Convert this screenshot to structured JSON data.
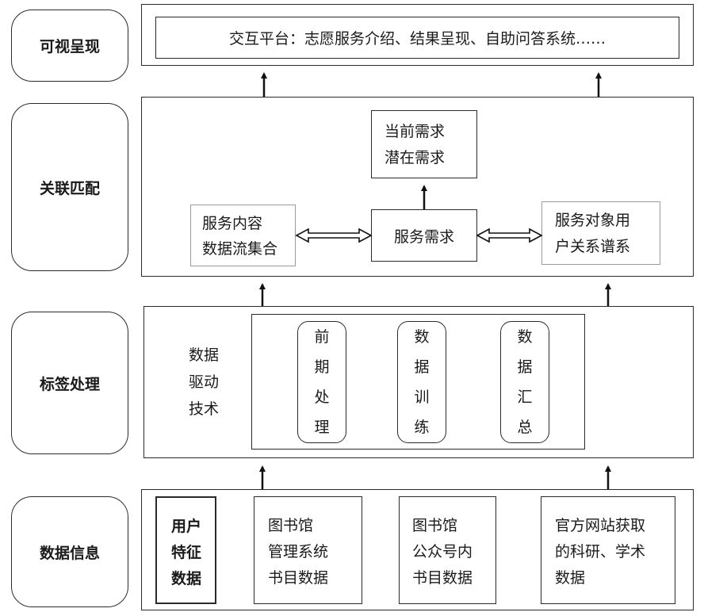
{
  "layers": [
    {
      "label": "可视呈现"
    },
    {
      "label": "关联匹配"
    },
    {
      "label": "标签处理"
    },
    {
      "label": "数据信息"
    }
  ],
  "visual": {
    "platform": "交互平台：志愿服务介绍、结果呈现、自助问答系统……"
  },
  "matching": {
    "demand_types": [
      "当前需求",
      "潜在需求"
    ],
    "service_demand": "服务需求",
    "content_set": [
      "服务内容",
      "数据流集合"
    ],
    "user_graph": [
      "服务对象用",
      "户关系谱系"
    ]
  },
  "tagging": {
    "driver": [
      "数据",
      "驱动",
      "技术"
    ],
    "steps": [
      [
        "前",
        "期",
        "处",
        "理"
      ],
      [
        "数",
        "据",
        "训",
        "练"
      ],
      [
        "数",
        "据",
        "汇",
        "总"
      ]
    ]
  },
  "data_info": {
    "sources": [
      [
        "用户",
        "特征",
        "数据"
      ],
      [
        "图书馆",
        "管理系统",
        "书目数据"
      ],
      [
        "图书馆",
        "公众号内",
        "书目数据"
      ],
      [
        "官方网站获取",
        "的科研、学术",
        "数据"
      ]
    ]
  }
}
